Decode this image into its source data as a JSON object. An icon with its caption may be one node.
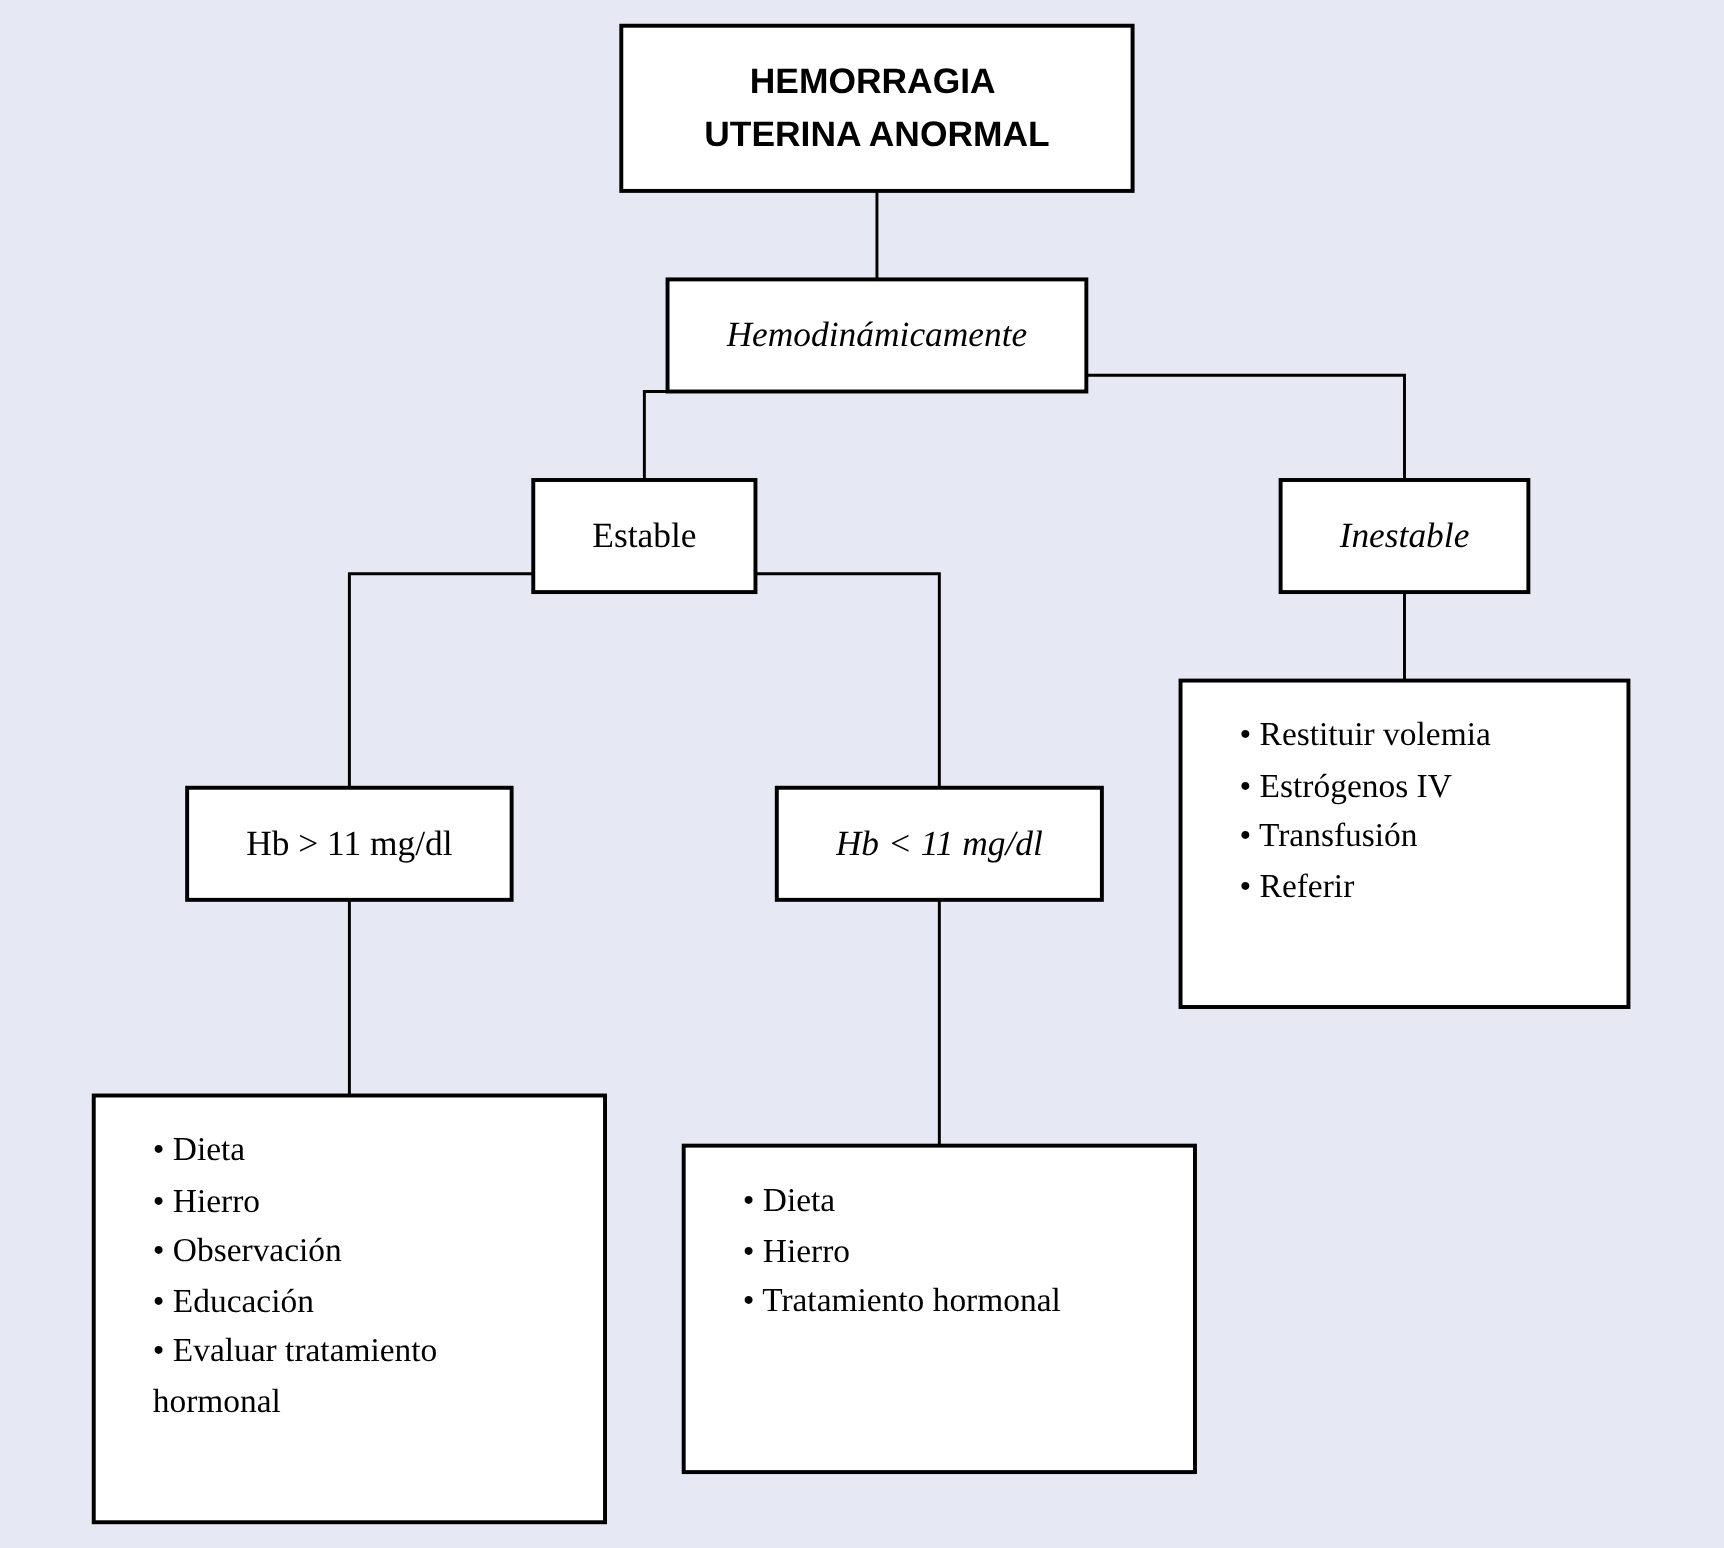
{
  "diagram": {
    "nodes": [
      {
        "text": [
          "HEMORRAGIA UTERINA ANORMAL"
        ]
      },
      {
        "text": [
          "Hemodinámicamente"
        ]
      },
      {
        "text": [
          "Estable"
        ]
      },
      {
        "text": [
          "Inestable"
        ]
      },
      {
        "text": [
          "Hb > 11 mg/dl"
        ]
      },
      {
        "text": [
          "Hb < 11 mg/dl"
        ]
      },
      {
        "text": [
          "• Dieta",
          "• Hierro",
          "• Observación",
          "• Educación",
          "• Evaluar tratamiento hormonal"
        ]
      },
      {
        "text": [
          "• Dieta",
          "• Hierro",
          "• Tratamiento hormonal"
        ]
      },
      {
        "text": [
          "• Restituir volemia",
          "• Estrógenos IV",
          "• Transfusión",
          "• Referir"
        ]
      }
    ],
    "edges": [
      {
        "from": 0,
        "to": 1,
        "arrow": "none"
      },
      {
        "from": 1,
        "to": 2,
        "arrow": "none"
      },
      {
        "from": 1,
        "to": 3,
        "arrow": "none"
      },
      {
        "from": 2,
        "to": 4,
        "arrow": "none"
      },
      {
        "from": 2,
        "to": 5,
        "arrow": "none"
      },
      {
        "from": 4,
        "to": 6,
        "arrow": "none"
      },
      {
        "from": 5,
        "to": 7,
        "arrow": "none"
      },
      {
        "from": 3,
        "to": 8,
        "arrow": "none"
      }
    ]
  }
}
